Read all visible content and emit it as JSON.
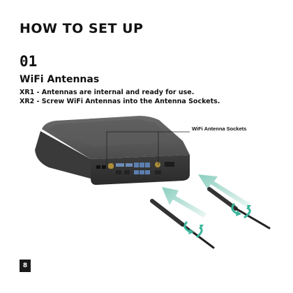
{
  "header": {
    "title": "HOW TO SET UP"
  },
  "step": {
    "number": "01",
    "title": "WiFi Antennas"
  },
  "instructions": [
    "XR1 - Antennas are internal and ready for use.",
    "XR2 - Screw WiFi Antennas into the Antenna Sockets."
  ],
  "figure": {
    "callout_label": "WiFi Antenna Sockets"
  },
  "footer": {
    "page_number": "8"
  },
  "colors": {
    "arrow": "#7fcab8",
    "rotate_arrow": "#39b59a",
    "device": "#4a4a4a"
  }
}
